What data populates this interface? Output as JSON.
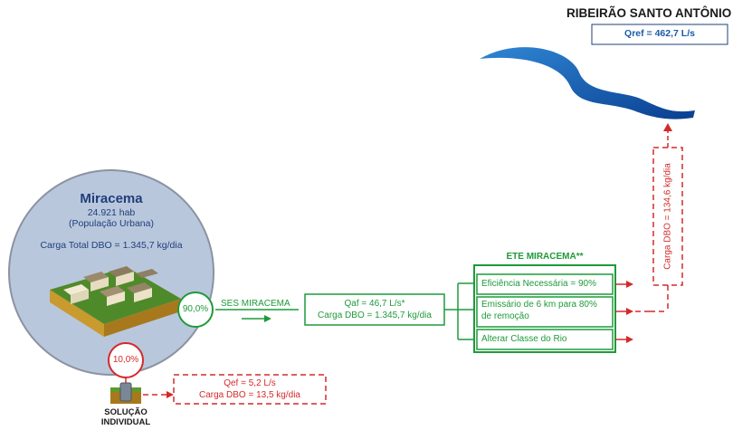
{
  "river": {
    "name": "RIBEIRÃO SANTO ANTÔNIO",
    "qref_label": "Qref = 462,7 L/s",
    "discharge_label": "Carga DBO = 134,6 kg/dia"
  },
  "city": {
    "name": "Miracema",
    "population": "24.921 hab",
    "population_type": "(População Urbana)",
    "total_load": "Carga Total DBO = 1.345,7 kg/dia"
  },
  "ses": {
    "percent": "90,0%",
    "label": "SES MIRACEMA",
    "flow": "Qaf = 46,7 L/s*",
    "load": "Carga DBO = 1.345,7 kg/dia"
  },
  "individual": {
    "percent": "10,0%",
    "flow": "Qef = 5,2 L/s",
    "load": "Carga DBO = 13,5 kg/dia",
    "label_line1": "SOLUÇÃO",
    "label_line2": "INDIVIDUAL"
  },
  "ete": {
    "title": "ETE MIRACEMA**",
    "options": [
      "Eficiência Necessária = 90%",
      "Emissário de 6 km para 80%",
      "de remoção",
      "Alterar Classe do Rio"
    ]
  },
  "colors": {
    "green": "#1e9a3a",
    "red": "#d42a2a",
    "blue": "#1a5aa8",
    "navy": "#1f3f7a",
    "circle_fill": "#b9c7dd"
  }
}
